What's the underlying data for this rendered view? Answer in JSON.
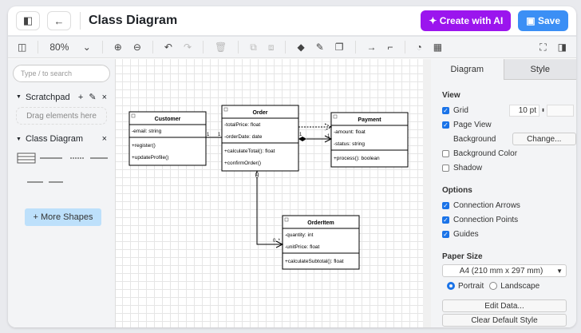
{
  "header": {
    "title": "Class Diagram",
    "ai_label": "Create with AI",
    "save_label": "Save"
  },
  "toolbar": {
    "zoom": "80%"
  },
  "sidebar": {
    "search_placeholder": "Type / to search",
    "scratchpad": "Scratchpad",
    "drag_hint": "Drag elements here",
    "class_diagram": "Class Diagram",
    "more_shapes": "More Shapes"
  },
  "diagram": {
    "classes": [
      {
        "name": "Customer",
        "attrs": [
          "-email: string"
        ],
        "methods": [
          "+register()",
          "+updateProfile()"
        ]
      },
      {
        "name": "Order",
        "attrs": [
          "-totalPrice: float",
          "-orderDate: date"
        ],
        "methods": [
          "+calculateTotal(): float",
          "+confirmOrder()"
        ]
      },
      {
        "name": "Payment",
        "attrs": [
          "-amount: float",
          "-status: string"
        ],
        "methods": [
          "+process(): boolean"
        ]
      },
      {
        "name": "OrderItem",
        "attrs": [
          "-quantity: int",
          "-unitPrice: float"
        ],
        "methods": [
          "+calculateSubtotal(): float"
        ]
      }
    ],
    "labels": {
      "one": "1",
      "many": "0..*"
    }
  },
  "panel": {
    "tabs": [
      "Diagram",
      "Style"
    ],
    "view": "View",
    "grid": "Grid",
    "grid_size": "10 pt",
    "page_view": "Page View",
    "background": "Background",
    "change": "Change...",
    "background_color": "Background Color",
    "shadow": "Shadow",
    "options": "Options",
    "connection_arrows": "Connection Arrows",
    "connection_points": "Connection Points",
    "guides": "Guides",
    "paper_size": "Paper Size",
    "paper": "A4 (210 mm x 297 mm)",
    "portrait": "Portrait",
    "landscape": "Landscape",
    "edit_data": "Edit Data...",
    "clear_style": "Clear Default Style",
    "checks": {
      "grid": true,
      "page_view": true,
      "background_color": false,
      "shadow": false,
      "connection_arrows": true,
      "connection_points": true,
      "guides": true
    },
    "orientation": "portrait"
  },
  "colors": {
    "ai": "#9b15ee",
    "save": "#3b8ff5",
    "accent": "#1a73e8"
  }
}
